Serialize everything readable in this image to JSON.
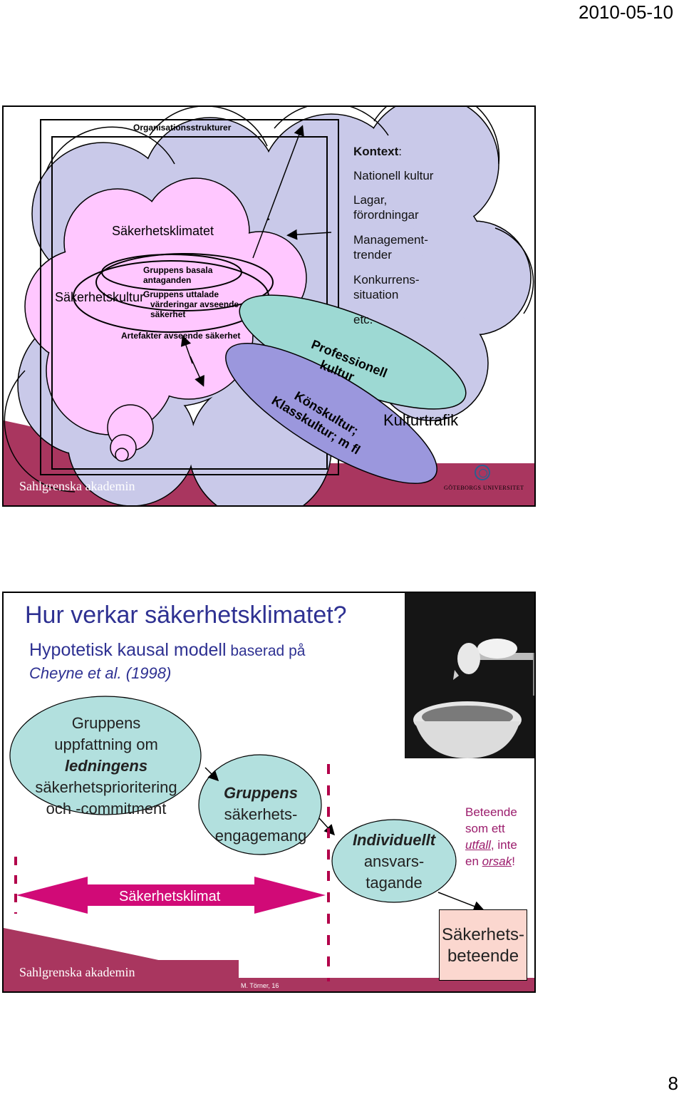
{
  "page": {
    "date": "2010-05-10",
    "page_number": "8"
  },
  "slide1": {
    "organisationsstrukturer": "Organisationsstrukturer",
    "sakerhetsklimatet": "Säkerhetsklimatet",
    "sakerhetskultur": "Säkerhetskultur",
    "basala": [
      "Gruppens basala",
      "antaganden"
    ],
    "uttalade": [
      "Gruppens uttalade",
      "värderingar avseende",
      "säkerhet"
    ],
    "artefakter": "Artefakter  avseende säkerhet",
    "kontext_label": "Kontext",
    "kontext_colon": ":",
    "kontext_items": [
      "Nationell kultur",
      "Lagar,",
      "förordningar",
      "Management-",
      "trender",
      "Konkurrens-",
      "situation",
      "etc."
    ],
    "professionell": [
      "Professionell",
      "kultur"
    ],
    "konskultur": [
      "Könskultur;",
      "Klasskultur; m fl"
    ],
    "kulturtrafik": "Kulturtrafik",
    "logo_left": "Sahlgrenska akademin",
    "logo_right": "GÖTEBORGS UNIVERSITET",
    "colors": {
      "cloud": "#c9c9e9",
      "pink": "#ffc7ff",
      "teal": "#9dd9d3",
      "purple": "#9b97dd",
      "band": "#a9365f"
    }
  },
  "slide2": {
    "title": "Hur verkar säkerhetsklimatet?",
    "subtitle_main": "Hypotetisk kausal modell",
    "subtitle_small": " baserad på",
    "subtitle_italic": "Cheyne et al. (1998)",
    "circle1": {
      "l1": "Gruppens",
      "l2": "uppfattning om",
      "l3": "ledningens",
      "l4": "säkerhetsprioritering",
      "l5": "och -commitment"
    },
    "circle2": {
      "l1": "Gruppens",
      "l2": "säkerhets-",
      "l3": "engagemang"
    },
    "circle3": {
      "l1": "Individuellt",
      "l2": "ansvars-",
      "l3": "tagande"
    },
    "arrow_label": "Säkerhetsklimat",
    "outcome": {
      "l1": "Beteende",
      "l2": "som ett",
      "l3a": "utfall",
      "l3b": ", inte",
      "l4a": "en ",
      "l4b": "orsak",
      "l4c": "!"
    },
    "beteende": {
      "l1": "Säkerhets-",
      "l2": "beteende"
    },
    "logo_left": "Sahlgrenska akademin",
    "footer": "M. Törner, 16",
    "colors": {
      "circle": "#b2e0de",
      "arrow": "#d10a77",
      "dash": "#b2004a",
      "box": "#fbd7cf",
      "title": "#2e3192",
      "outcome": "#9b1c6c"
    }
  }
}
